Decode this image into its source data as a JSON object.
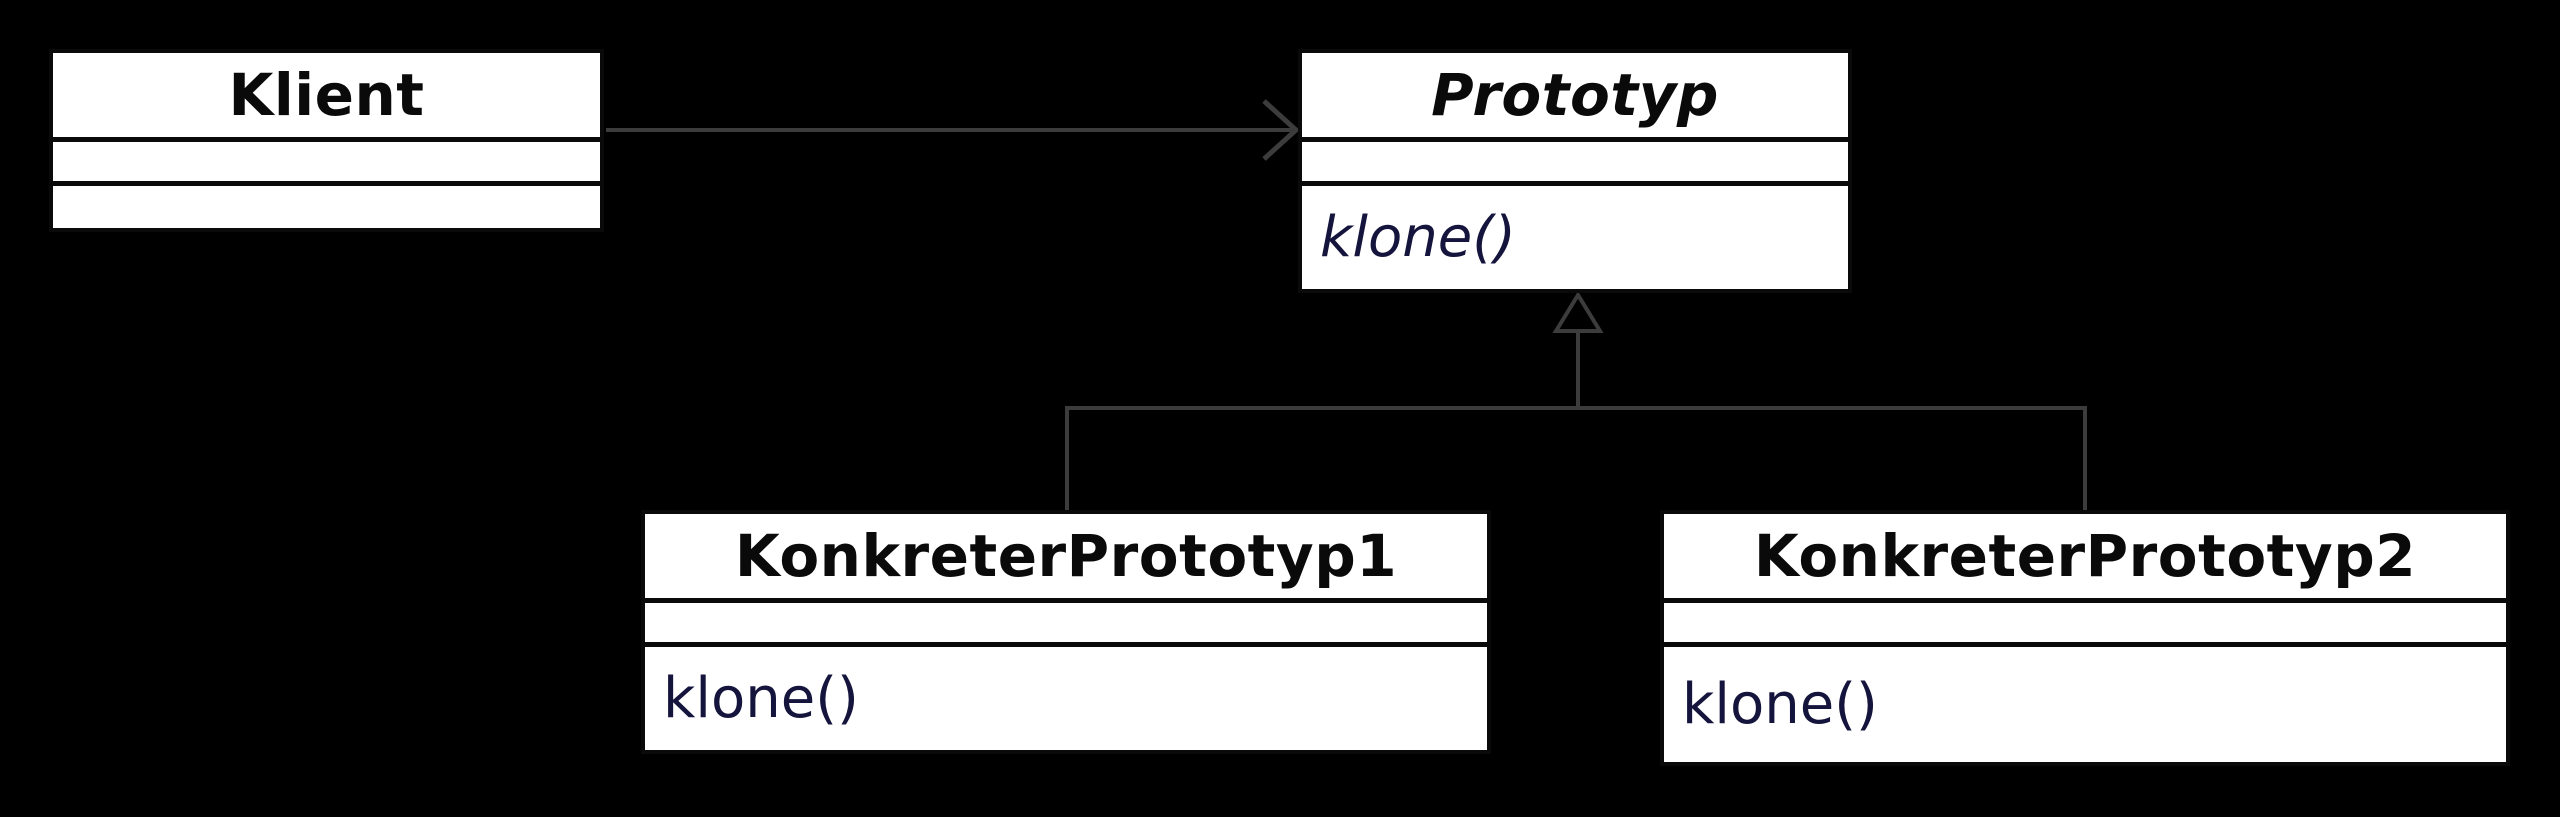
{
  "diagram": {
    "kind": "uml-class-diagram",
    "pattern": "Prototype (German labels)",
    "background_color": "#000000",
    "box_fill_color": "#FFFFFF",
    "box_border_color": "#0A0A0A",
    "connector_color": "#3C3C3C",
    "class_name_color": "#0A0A0A",
    "method_text_color": "#14143C"
  },
  "classes": [
    {
      "name": "Klient",
      "name_style": "bold",
      "attributes": [],
      "methods": []
    },
    {
      "name": "Prototyp",
      "name_style": "bold-italic",
      "attributes": [],
      "methods": [
        "klone()"
      ],
      "method_style": "italic"
    },
    {
      "name": "KonkreterPrototyp1",
      "name_style": "bold",
      "attributes": [],
      "methods": [
        "klone()"
      ],
      "method_style": "regular"
    },
    {
      "name": "KonkreterPrototyp2",
      "name_style": "bold",
      "attributes": [],
      "methods": [
        "klone()"
      ],
      "method_style": "regular"
    }
  ],
  "relationships": [
    {
      "type": "association",
      "from": "Klient",
      "to": "Prototyp",
      "arrowhead": "open-arrow"
    },
    {
      "type": "generalization",
      "from": "KonkreterPrototyp1",
      "to": "Prototyp",
      "arrowhead": "hollow-triangle"
    },
    {
      "type": "generalization",
      "from": "KonkreterPrototyp2",
      "to": "Prototyp",
      "arrowhead": "hollow-triangle"
    }
  ]
}
